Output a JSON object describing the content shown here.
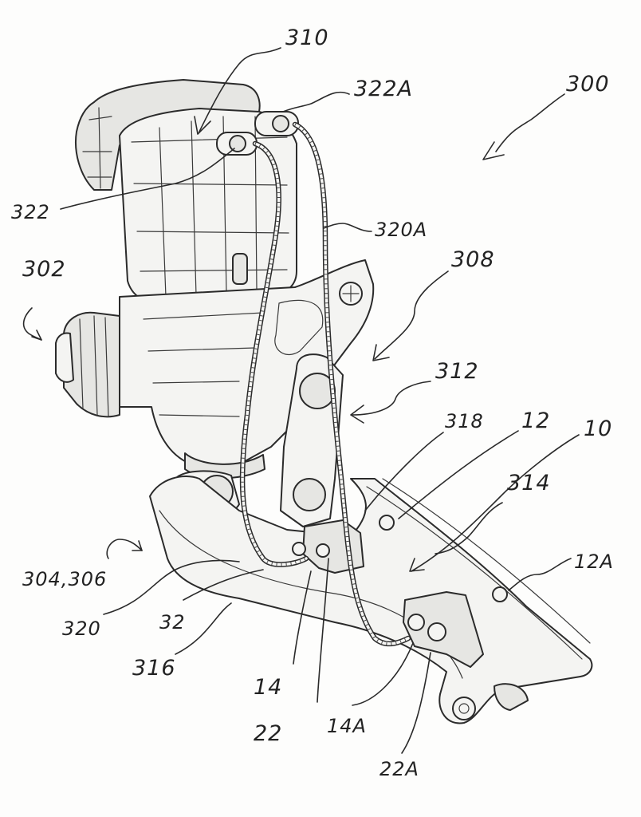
{
  "figure": {
    "colors": {
      "ink": "#2b2b2b",
      "paper": "#fdfdfc"
    },
    "labels": {
      "l300": "300",
      "l310": "310",
      "l322A": "322A",
      "l322": "322",
      "l320A": "320A",
      "l302": "302",
      "l308": "308",
      "l312": "312",
      "l318": "318",
      "l12": "12",
      "l10": "10",
      "l314": "314",
      "l12A": "12A",
      "l304_306": "304,306",
      "l320": "320",
      "l32": "32",
      "l316": "316",
      "l14": "14",
      "l22": "22",
      "l14A": "14A",
      "l22A": "22A"
    }
  }
}
